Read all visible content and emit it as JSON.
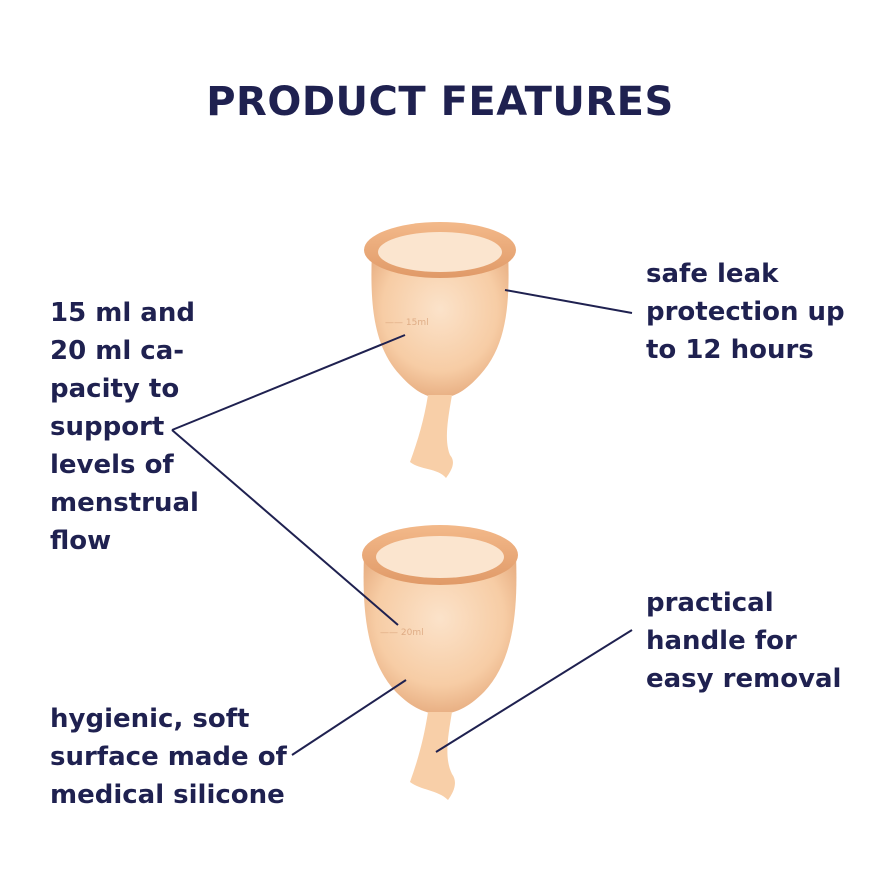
{
  "title": "PRODUCT FEATURES",
  "features": {
    "capacity": "15 ml and\n20 ml ca-\npacity to\nsupport\nlevels of\nmenstrual\nflow",
    "leak": "safe leak\nprotection up\nto 12 hours",
    "handle": "practical\nhandle for\neasy removal",
    "surface": "hygienic, soft\nsurface made of\nmedical silicone"
  },
  "colors": {
    "text": "#1f2150",
    "cup": "#f6c89d",
    "cup_dark": "#e6a878",
    "line": "#1f2150"
  }
}
